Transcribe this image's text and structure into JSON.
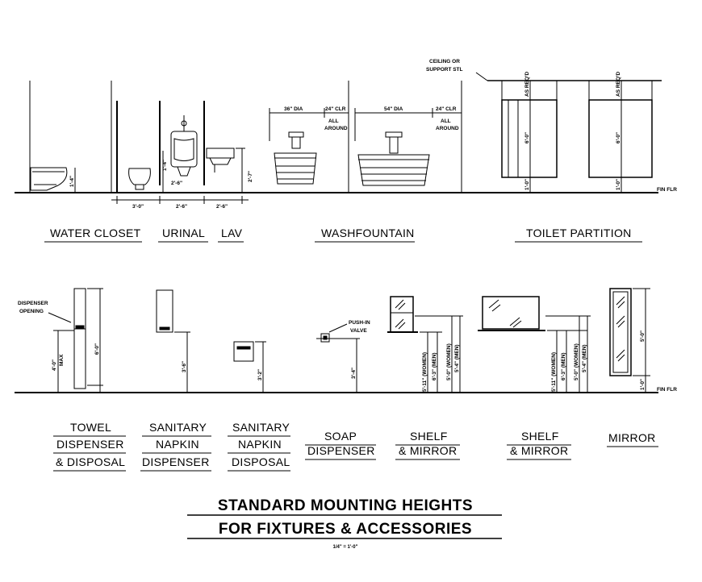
{
  "upper": {
    "labels": {
      "water_closet": "WATER CLOSET",
      "urinal": "URINAL",
      "lav": "LAV",
      "washfountain": "WASHFOUNTAIN",
      "toilet_partition": "TOILET PARTITION"
    },
    "dims": {
      "wc_height": "1'-4\"",
      "urinal_height": "1'-4\"",
      "lav_height": "2'-7\"",
      "wc_width": "3'-0\"",
      "urinal_width": "2'-6\"",
      "urinal_gap": "2'-6\"",
      "lav_width": "2'-6\"",
      "wf_dia1": "36\" DIA",
      "wf_clr1": "24\" CLR",
      "wf_dia2": "54\" DIA",
      "wf_clr2": "24\" CLR",
      "partition_top": "AS REQ'D",
      "partition_height": "6'-0\"",
      "partition_bottom": "1'-0\""
    },
    "notes": {
      "all": "ALL",
      "around": "AROUND",
      "ceiling_1": "CEILING OR",
      "ceiling_2": "SUPPORT STL",
      "fin_flr": "FIN FLR"
    }
  },
  "lower": {
    "labels": {
      "towel_1": "TOWEL",
      "towel_2": "DISPENSER",
      "towel_3": "& DISPOSAL",
      "napkin_disp_1": "SANITARY",
      "napkin_disp_2": "NAPKIN",
      "napkin_disp_3": "DISPENSER",
      "napkin_dspl_1": "SANITARY",
      "napkin_dspl_2": "NAPKIN",
      "napkin_dspl_3": "DISPOSAL",
      "soap_1": "SOAP",
      "soap_2": "DISPENSER",
      "shelf1_1": "SHELF",
      "shelf1_2": "& MIRROR",
      "shelf2_1": "SHELF",
      "shelf2_2": "& MIRROR",
      "mirror": "MIRROR"
    },
    "dims": {
      "towel_max": "4'-0\"",
      "towel_max_2": "MAX",
      "towel_total": "6'-0\"",
      "napkin_disp_h": "3'-6\"",
      "napkin_dspl_h": "3'-2\"",
      "soap_h": "3'-4\"",
      "shelf_1": "5'-11\" (WOMEN)",
      "shelf_2": "6'-3\" (MEN)",
      "shelf_3": "5'-0\" (WOMEN)",
      "shelf_4": "5'-4\" (MEN)",
      "mirror_top": "5'-0\"",
      "mirror_bottom": "1'-0\""
    },
    "notes": {
      "dispenser_1": "DISPENSER",
      "dispenser_2": "OPENING",
      "pushin_1": "PUSH-IN",
      "pushin_2": "VALVE",
      "fin_flr": "FIN FLR"
    }
  },
  "title": {
    "line1": "STANDARD MOUNTING HEIGHTS",
    "line2": "FOR FIXTURES & ACCESSORIES",
    "scale": "1/4\" = 1'-0\""
  }
}
